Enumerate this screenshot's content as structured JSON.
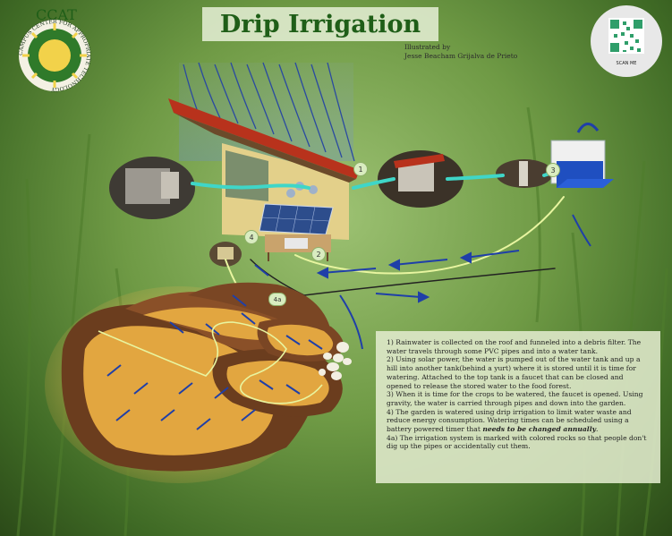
{
  "title": "Drip Irrigation",
  "credit": {
    "line1": "Illustrated by",
    "line2": "Jesse Beacham Grijalva de Prieto"
  },
  "logo": {
    "text": "CCAT",
    "ring_text": "CAMPUS CENTER FOR APPROPRIATE TECHNOLOGY"
  },
  "qr": {
    "label": "SCAN ME"
  },
  "markers": {
    "m1": "1",
    "m2": "2",
    "m3": "3",
    "m4": "4",
    "m4a": "4a"
  },
  "description": {
    "p1": "1) Rainwater is collected on the roof and funneled into a debris filter. The water travels through some PVC pipes and into a water tank.",
    "p2": "2) Using solar power, the water is pumped out of the water tank and up a hill into another tank(behind a yurt) where it is stored until it is time for watering. Attached to the top tank is a faucet that can be closed and opened to release the stored water to the food forest.",
    "p3": "3) When it is time for the crops to be watered, the faucet is opened. Using gravity, the water is carried through pipes and down into the garden.",
    "p4_pre": "4) The garden is watered using drip irrigation to limit water waste and reduce energy consumption. Watering times can be scheduled using a battery powered timer that ",
    "p4_em": "needs to be changed annually",
    "p4_post": ".",
    "p4a": "4a) The irrigation system is marked with colored rocks so that people don't dig up the pipes or accidentally cut them."
  },
  "colors": {
    "title": "#1f5e18",
    "arrow": "#1f3fa8",
    "pipe": "#e8f5a0",
    "soil": "#6b3d1e",
    "bed": "#e2a640",
    "roof": "#b8321c"
  }
}
